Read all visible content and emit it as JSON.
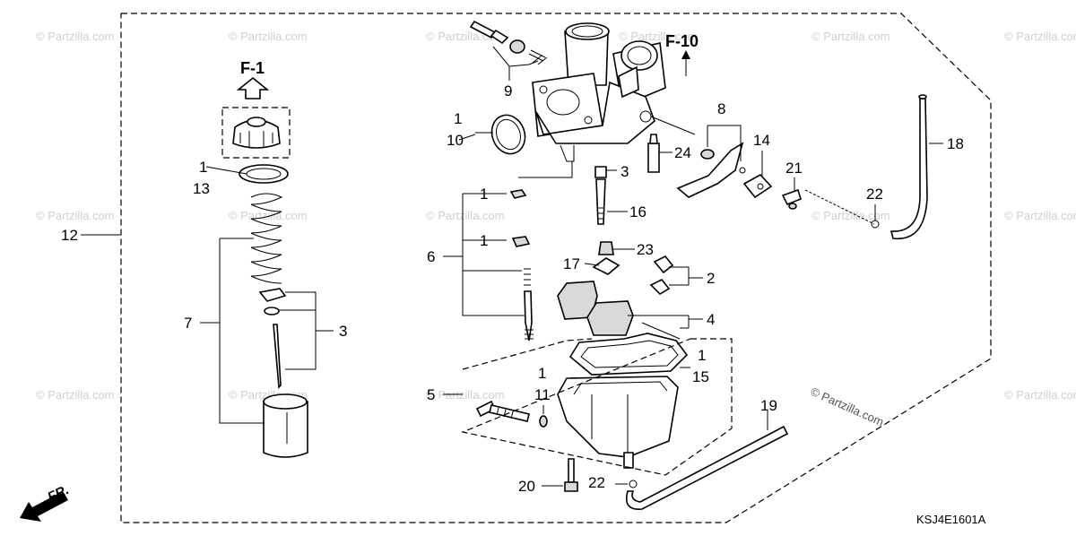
{
  "header": {
    "f1": "F-1",
    "f10": "F-10"
  },
  "callouts": {
    "c1a": "1",
    "c13": "13",
    "c12": "12",
    "c7": "7",
    "c3a": "3",
    "c9": "9",
    "c1b": "1",
    "c10": "10",
    "c3b": "3",
    "c24": "24",
    "c8": "8",
    "c14": "14",
    "c21": "21",
    "c18": "18",
    "c22a": "22",
    "c1c": "1",
    "c16": "16",
    "c1d": "1",
    "c6": "6",
    "c23": "23",
    "c17": "17",
    "c2": "2",
    "c4": "4",
    "c1e": "1",
    "c15": "15",
    "c1f": "1",
    "c11": "11",
    "c5": "5",
    "c19": "19",
    "c20": "20",
    "c22b": "22"
  },
  "watermark": {
    "text": "© Partzilla.com",
    "main": "© Partzilla.com"
  },
  "direction": "FR.",
  "diagram_code": "KSJ4E1601A"
}
